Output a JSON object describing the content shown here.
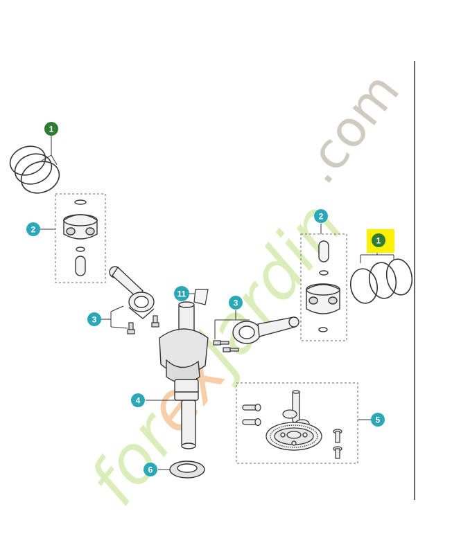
{
  "colors": {
    "teal_badge": "#2aa8b8",
    "green_badge": "#2e7d32",
    "highlight": "#fff200",
    "line": "#333333",
    "watermark_gray": "#c8c2b6",
    "watermark_green": "#d8ecb4",
    "watermark_orange": "#f6c9a0"
  },
  "callouts": {
    "rings_top": "1",
    "piston_left": "2",
    "rod_left": "3",
    "crankshaft": "4",
    "camshaft": "5",
    "seal": "6",
    "key": "11",
    "piston_right": "2",
    "rings_right": "1",
    "rod_right": "3"
  },
  "watermark": {
    "upper": ".com",
    "lower_green_1": "for",
    "lower_orange": "ex",
    "lower_green_2": "jardin"
  }
}
